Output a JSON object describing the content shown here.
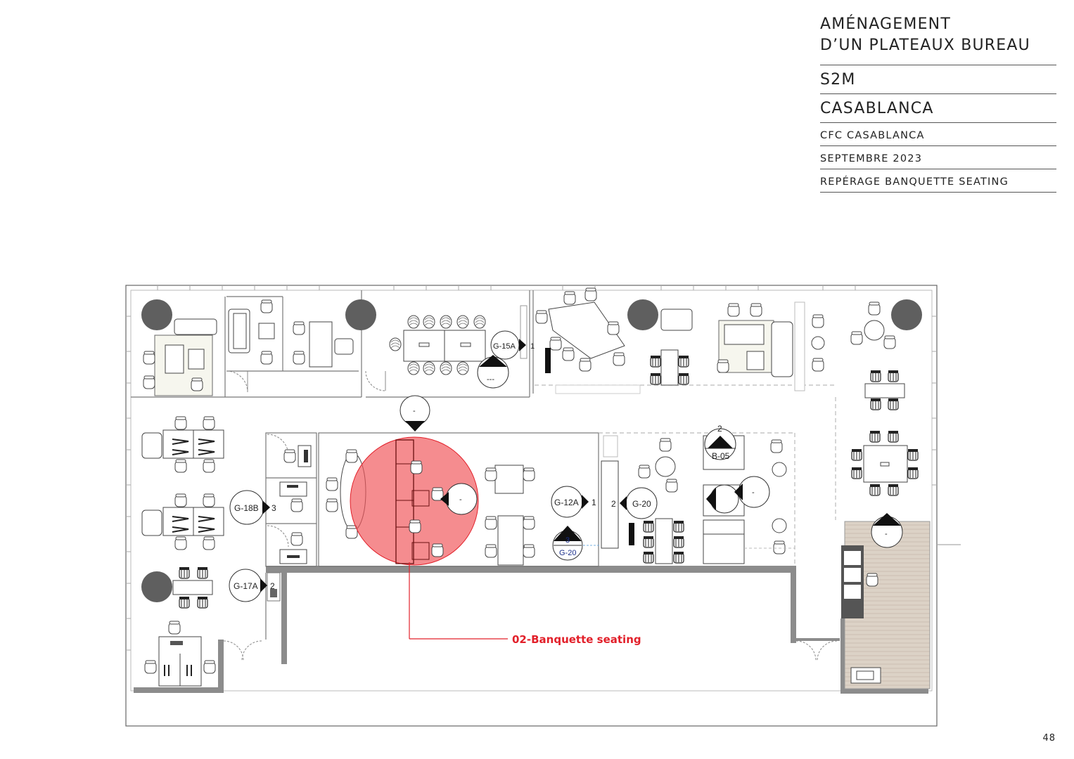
{
  "title_block": {
    "line1a": "AMÉNAGEMENT",
    "line1b": "D’UN PLATEAUX BUREAU",
    "line2": "S2M",
    "line3": "CASABLANCA",
    "line4": "CFC CASABLANCA",
    "line5": "SEPTEMBRE 2023",
    "line6": "REPÉRAGE BANQUETTE SEATING"
  },
  "page_number": "48",
  "callout": "02-Banquette seating",
  "tags": {
    "g15a": "G-15A",
    "g15a_n": "1",
    "g15a_sub": "---",
    "g18b": "G-18B",
    "g18b_n": "3",
    "g17a": "G-17A",
    "g17a_n": "2",
    "g12a": "G-12A",
    "g12a_n": "1",
    "g20": "G-20",
    "g20_n": "2",
    "g20b": "G-20",
    "g20b_n": "3",
    "b05": "B-05",
    "b05_n": "2",
    "dash": "-"
  },
  "colors": {
    "highlight": "#f0555a",
    "callout": "#e2202a",
    "wall": "#8c8c8c",
    "column": "#5f5f5f",
    "wood": "#d9cfc3"
  }
}
